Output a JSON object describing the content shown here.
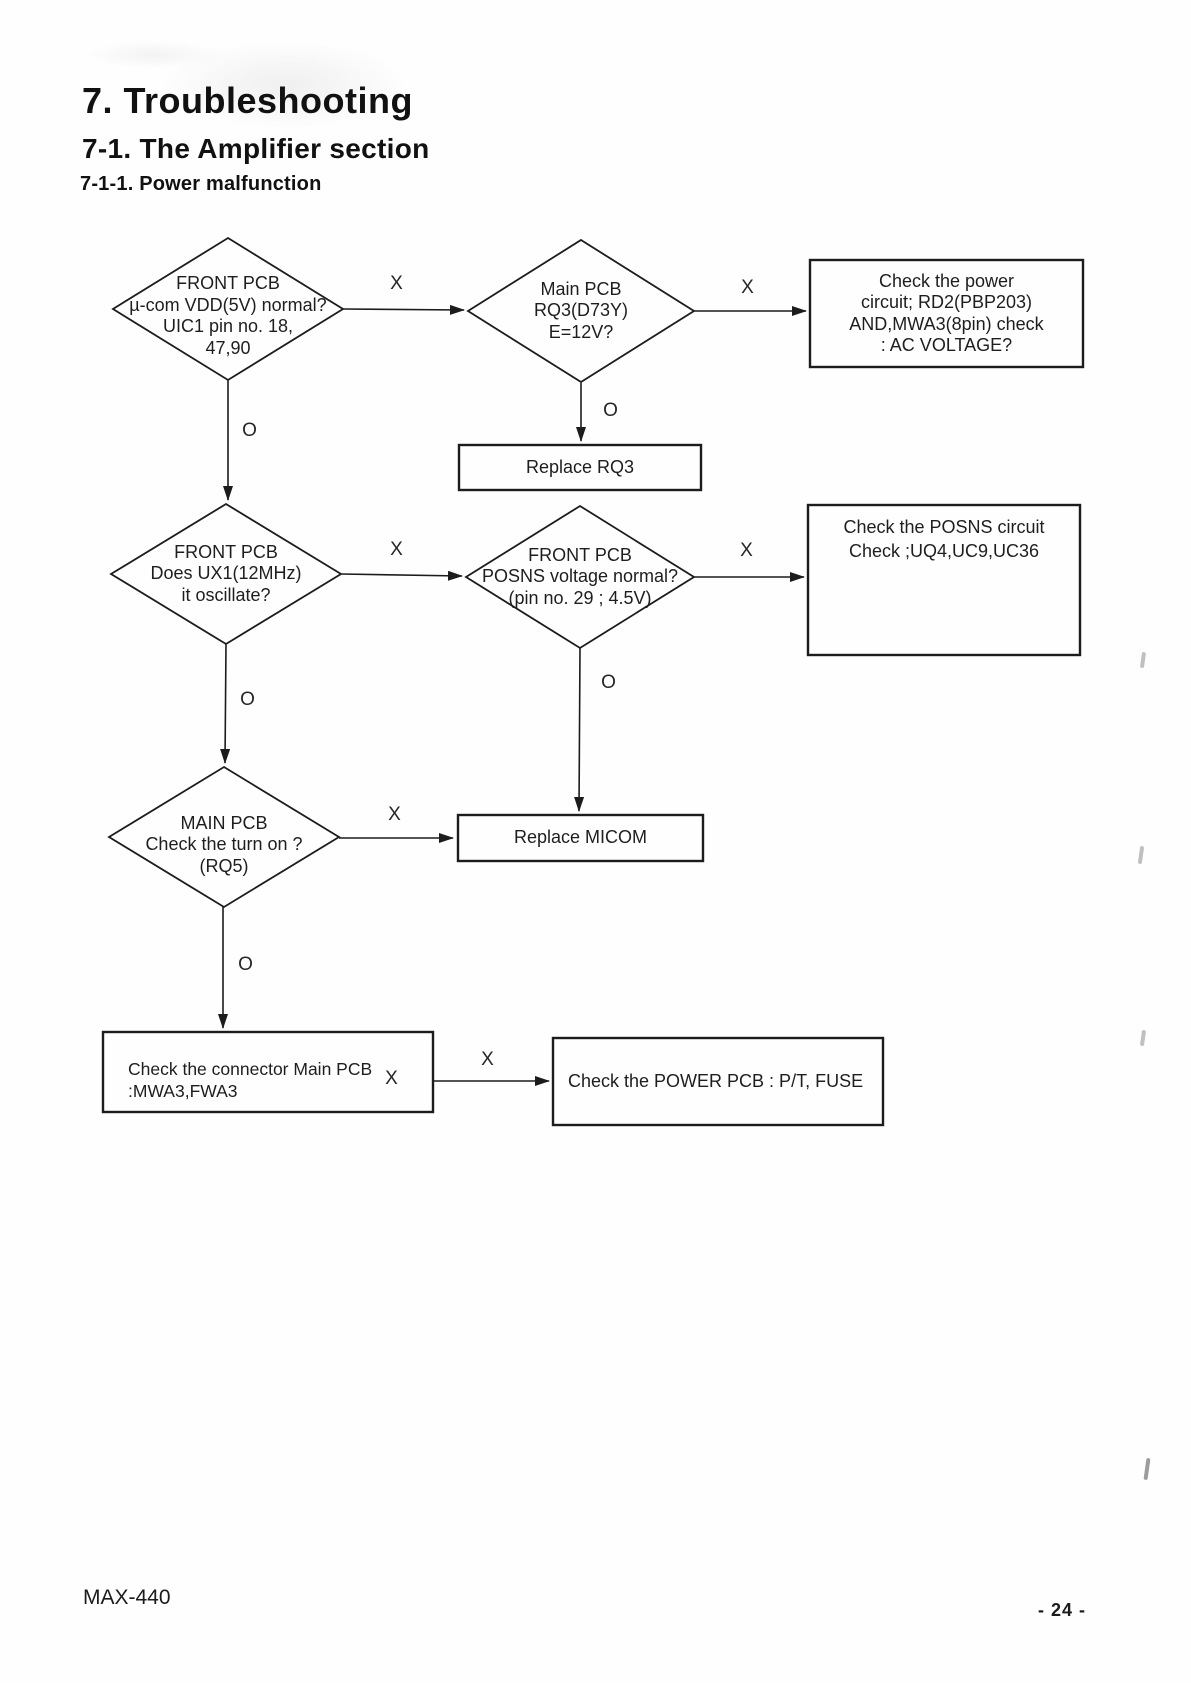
{
  "page": {
    "title": "7. Troubleshooting",
    "section": "7-1. The Amplifier section",
    "subsection": "7-1-1. Power malfunction",
    "model": "MAX-440",
    "page_number": "- 24 -"
  },
  "flowchart": {
    "nodes": {
      "front_pcb_vdd": {
        "shape": "decision",
        "lines": [
          "FRONT PCB",
          "µ-com VDD(5V) normal?",
          "UIC1 pin no. 18,",
          "47,90"
        ]
      },
      "main_pcb_rq3": {
        "shape": "decision",
        "lines": [
          "Main PCB",
          "RQ3(D73Y)",
          "E=12V?"
        ]
      },
      "check_power_circuit": {
        "shape": "process",
        "lines": [
          "Check the power",
          "circuit; RD2(PBP203)",
          "AND,MWA3(8pin) check",
          ": AC VOLTAGE?"
        ]
      },
      "replace_rq3": {
        "shape": "process",
        "lines": [
          "Replace RQ3"
        ]
      },
      "front_pcb_ux1": {
        "shape": "decision",
        "lines": [
          "FRONT PCB",
          "Does UX1(12MHz)",
          "it oscillate?"
        ]
      },
      "front_pcb_posns": {
        "shape": "decision",
        "lines": [
          "FRONT PCB",
          "POSNS voltage normal?",
          "(pin no. 29 ; 4.5V)"
        ]
      },
      "check_posns_circuit": {
        "shape": "process",
        "lines": [
          "Check the POSNS circuit",
          "Check ;UQ4,UC9,UC36"
        ]
      },
      "main_pcb_turn_on": {
        "shape": "decision",
        "lines": [
          "MAIN PCB",
          "Check the turn on ?",
          "(RQ5)"
        ]
      },
      "replace_micom": {
        "shape": "process",
        "lines": [
          "Replace MICOM"
        ]
      },
      "check_connector": {
        "shape": "process",
        "lines": [
          "Check the connector Main PCB",
          ":MWA3,FWA3"
        ],
        "inner_branch_label": "X"
      },
      "check_power_pcb": {
        "shape": "process",
        "lines": [
          "Check the POWER PCB : P/T, FUSE"
        ]
      }
    },
    "connections": [
      {
        "from": "front_pcb_vdd",
        "to": "main_pcb_rq3",
        "label": "X"
      },
      {
        "from": "main_pcb_rq3",
        "to": "check_power_circuit",
        "label": "X"
      },
      {
        "from": "front_pcb_vdd",
        "to": "front_pcb_ux1",
        "label": "O"
      },
      {
        "from": "main_pcb_rq3",
        "to": "replace_rq3",
        "label": "O"
      },
      {
        "from": "front_pcb_ux1",
        "to": "front_pcb_posns",
        "label": "X"
      },
      {
        "from": "front_pcb_posns",
        "to": "check_posns_circuit",
        "label": "X"
      },
      {
        "from": "front_pcb_ux1",
        "to": "main_pcb_turn_on",
        "label": "O"
      },
      {
        "from": "front_pcb_posns",
        "to": "replace_micom",
        "label": "O"
      },
      {
        "from": "main_pcb_turn_on",
        "to": "replace_micom",
        "label": "X"
      },
      {
        "from": "main_pcb_turn_on",
        "to": "check_connector",
        "label": "O"
      },
      {
        "from": "check_connector",
        "to": "check_power_pcb",
        "label": "X"
      }
    ]
  }
}
